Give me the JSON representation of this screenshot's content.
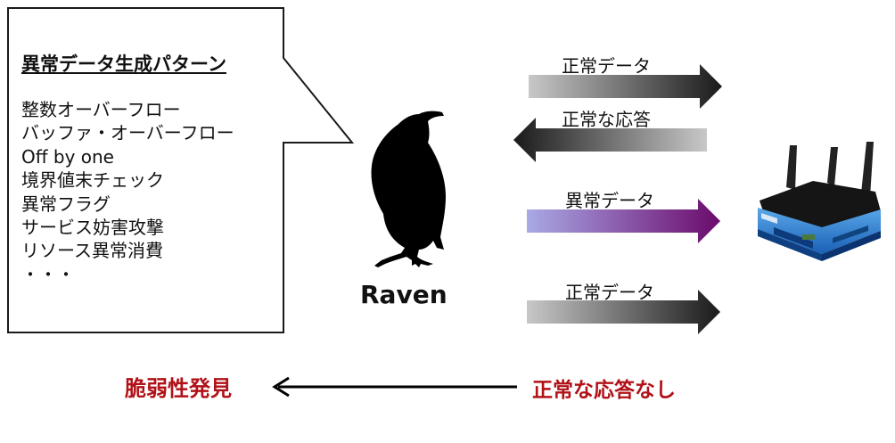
{
  "callout": {
    "title": "異常データ生成パターン",
    "items": [
      "整数オーバーフロー",
      "バッファ・オーバーフロー",
      "Off by one",
      "境界値末チェック",
      "異常フラグ",
      "サービス妨害攻撃",
      "リソース異常消費",
      "・・・"
    ]
  },
  "raven": {
    "label": "Raven",
    "icon": "raven-icon"
  },
  "device": {
    "icon": "wireless-router-icon"
  },
  "flows": [
    {
      "label": "正常データ",
      "direction": "right",
      "color_from": "#c8c8c8",
      "color_to": "#1a1a1a"
    },
    {
      "label": "正常な応答",
      "direction": "left",
      "color_from": "#1a1a1a",
      "color_to": "#c8c8c8"
    },
    {
      "label": "異常データ",
      "direction": "right",
      "color_from": "#a9a9e6",
      "color_to": "#6b0a6b"
    },
    {
      "label": "正常データ",
      "direction": "right",
      "color_from": "#c8c8c8",
      "color_to": "#1a1a1a"
    }
  ],
  "result": {
    "no_response": "正常な応答なし",
    "finding": "脆弱性発見",
    "color": "#b01218"
  }
}
